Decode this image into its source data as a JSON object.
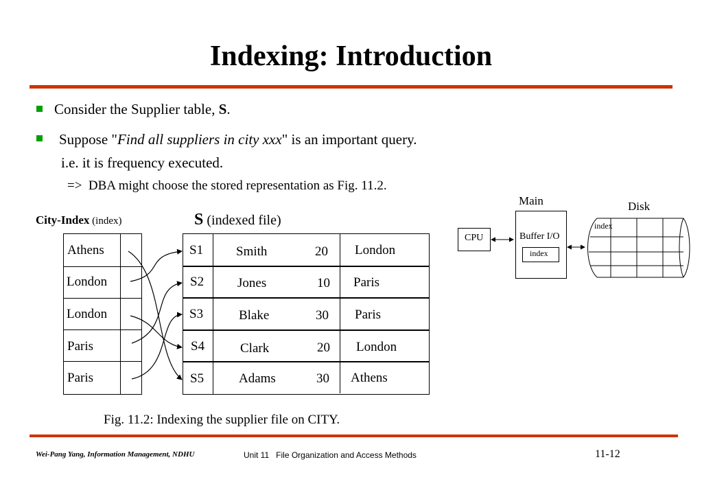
{
  "title": "Indexing: Introduction",
  "bullets": {
    "b1_prefix": "Consider the Supplier table, ",
    "b1_bold": "S",
    "b1_suffix": ".",
    "b2_prefix": "Suppose \"",
    "b2_italic": "Find all suppliers in city xxx",
    "b2_suffix": "\" is an important query.",
    "b2_line2": "i.e. it is frequency executed.",
    "b2_line3": "=>  DBA might choose the stored representation as Fig. 11.2."
  },
  "index_label": {
    "bold": "City-Index",
    "normal": " (index)"
  },
  "file_label": {
    "bold": "S",
    "normal": " (indexed file)"
  },
  "city_index": [
    "Athens",
    "London",
    "London",
    "Paris",
    "Paris"
  ],
  "supplier_file": [
    {
      "sno": "S1",
      "name": "Smith",
      "status": "20",
      "city": "London"
    },
    {
      "sno": "S2",
      "name": "Jones",
      "status": "10",
      "city": "Paris"
    },
    {
      "sno": "S3",
      "name": "Blake",
      "status": "30",
      "city": "Paris"
    },
    {
      "sno": "S4",
      "name": "Clark",
      "status": "20",
      "city": "London"
    },
    {
      "sno": "S5",
      "name": "Adams",
      "status": "30",
      "city": "Athens"
    }
  ],
  "caption": "Fig. 11.2: Indexing the supplier file on CITY.",
  "system_diagram": {
    "cpu": "CPU",
    "main": "Main",
    "buffer": "Buffer I/O",
    "buffer_index": "index",
    "disk": "Disk",
    "disk_index": "index"
  },
  "footer": {
    "left": "Wei-Pang Yang, Information Management, NDHU",
    "unit": "Unit 11",
    "topic": "File Organization and Access Methods",
    "page": "11-12"
  }
}
